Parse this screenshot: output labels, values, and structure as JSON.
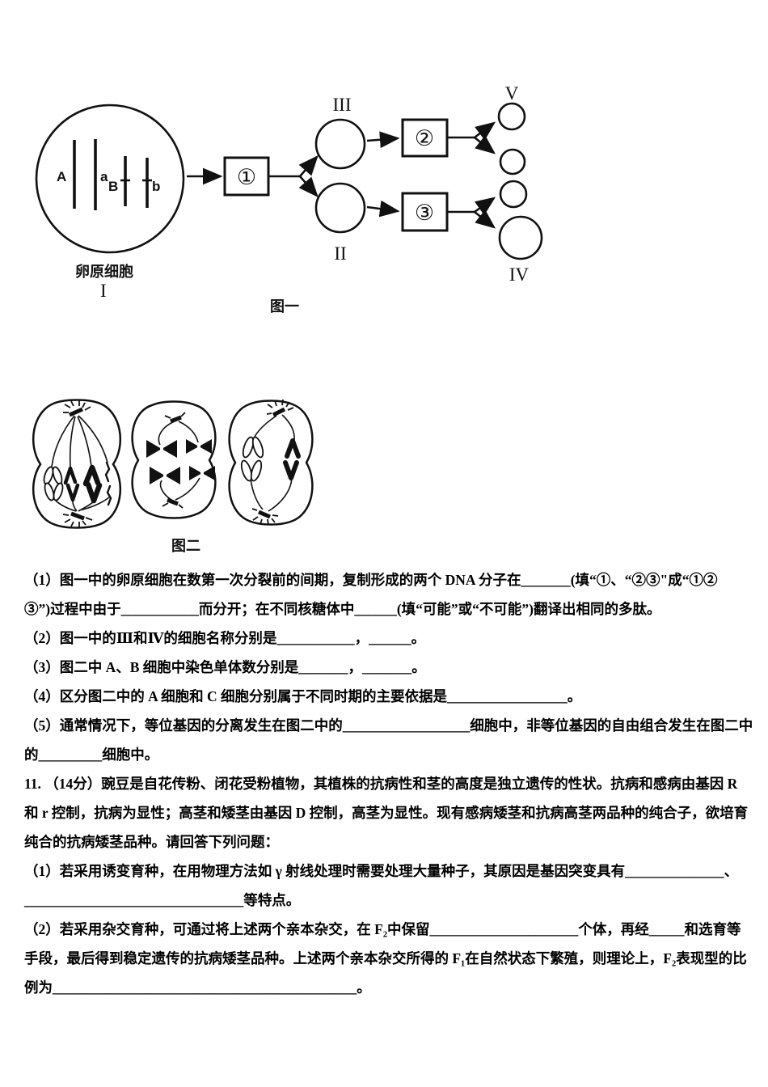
{
  "figure1": {
    "caption": "图一",
    "cell_name": "卵原细胞",
    "cell_numeral": "I",
    "chroms": [
      "A",
      "a",
      "B",
      "b"
    ],
    "boxes": [
      "①",
      "②",
      "③"
    ],
    "labels": {
      "top_circle": "III",
      "bottom_circle": "II",
      "top_result": "V",
      "bottom_result": "IV"
    }
  },
  "figure2": {
    "caption": "图二"
  },
  "lines": [
    "（1）图一中的卵原细胞在数第一次分裂前的间期，复制形成的两个 DNA 分子在_______(填“①、“②③\"成“①②",
    "③”)过程中由于___________而分开；在不同核糖体中______(填“可能”或“不可能”)翻译出相同的多肽。",
    "（2）图一中的Ⅲ和Ⅳ的细胞名称分别是___________，______。",
    "（3）图二中 A、B 细胞中染色单体数分别是_______，_______。",
    "（4）区分图二中的 A 细胞和 C 细胞分别属于不同时期的主要依据是_________________。",
    "（5）通常情况下，等位基因的分离发生在图二中的__________________细胞中，非等位基因的自由组合发生在图二中",
    "的_________细胞中。",
    "11. （14分）豌豆是自花传粉、闭花受粉植物，其植株的抗病性和茎的高度是独立遗传的性状。抗病和感病由基因 R",
    "和 r 控制，抗病为显性；高茎和矮茎由基因 D 控制，高茎为显性。现有感病矮茎和抗病高茎两品种的纯合子，欲培育",
    "纯合的抗病矮茎品种。请回答下列问题：",
    "（1）若采用诱变育种，在用物理方法如 γ 射线处理时需要处理大量种子，其原因是基因突变具有______________、",
    "_______________________________等特点。",
    "（2）若采用杂交育种，可通过将上述两个亲本杂交，在 F₂中保留_____________________个体，再经_____和选育等",
    "手段，最后得到稳定遗传的抗病矮茎品种。上述两个亲本杂交所得的 F₁在自然状态下繁殖，则理论上，F₂表现型的比",
    "例为___________________________________________。"
  ]
}
